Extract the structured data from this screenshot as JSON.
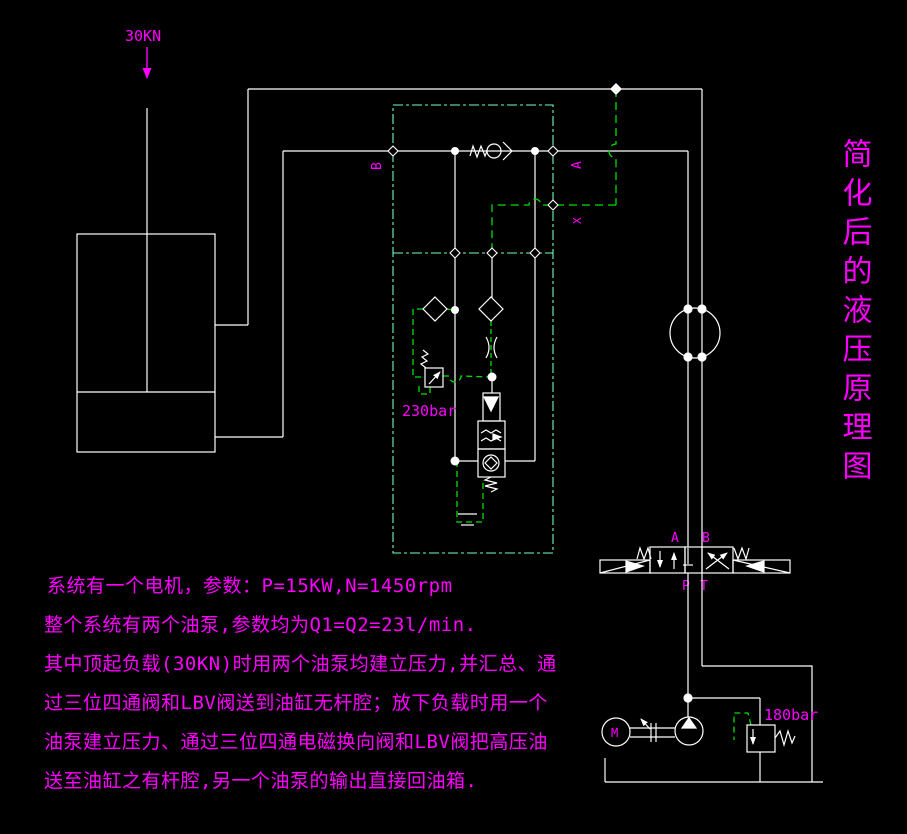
{
  "title_vertical": "简化后的液压原理图",
  "labels": {
    "load_force": "30KN",
    "pilot_relief_pressure": "230bar",
    "main_relief_pressure": "180bar",
    "manifold_port_b": "B",
    "manifold_port_a": "A",
    "manifold_port_x": "X",
    "valve_port_a": "A",
    "valve_port_b": "B",
    "valve_port_p": "P",
    "valve_port_t": "T",
    "motor_letter": "M"
  },
  "notes": {
    "lines": [
      "系统有一个电机，参数：P=15KW,N=1450rpm",
      "整个系统有两个油泵,参数均为Q1=Q2=23l/min.",
      "其中顶起负载(30KN)时用两个油泵均建立压力,并汇总、通",
      "过三位四通阀和LBV阀送到油缸无杆腔；放下负载时用一个",
      "油泵建立压力、通过三位四通电磁换向阀和LBV阀把高压油",
      "送至油缸之有杆腔,另一个油泵的输出直接回油箱."
    ]
  },
  "colors": {
    "background": "#000000",
    "main_lines": "#FFFFFF",
    "pilot_lines": "#00DF00",
    "enclosure_box": "#6FFFBE",
    "annotation_text": "#FF00FF"
  },
  "components": [
    "load-cylinder",
    "pilot-check-valve",
    "manifold-enclosure",
    "pilot-filter",
    "orifice",
    "pressure-valve-230bar",
    "lbv-counterbalance-valve",
    "junction-circle",
    "directional-valve-4-3",
    "motor",
    "pump",
    "relief-valve-180bar",
    "tank-line"
  ]
}
